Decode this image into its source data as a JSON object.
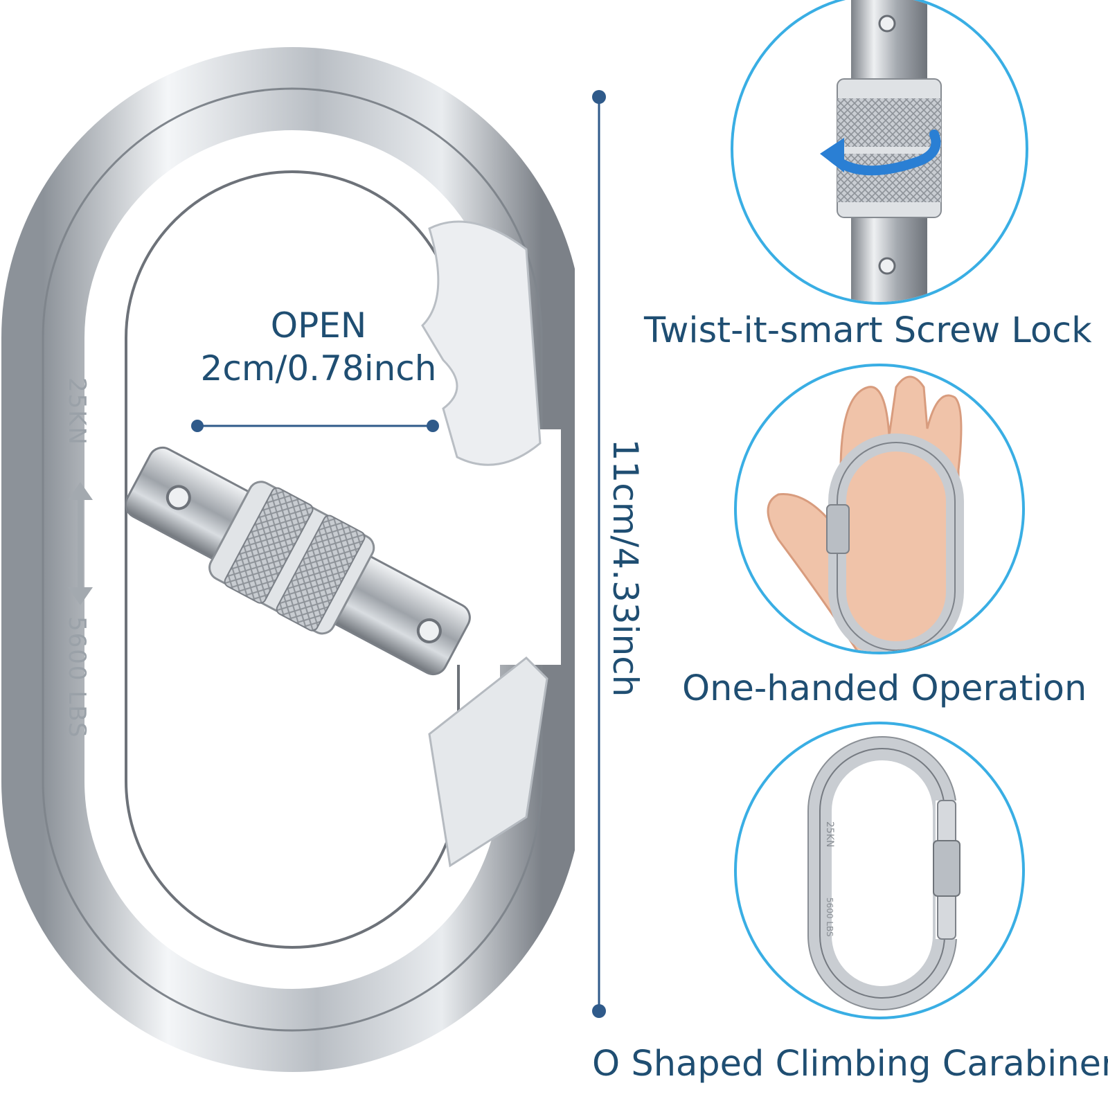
{
  "open_label": {
    "title": "OPEN",
    "size": "2cm/0.78inch"
  },
  "height_label": "11cm/4.33inch",
  "engraving": {
    "strength": "25KN",
    "load": "5600 LBS"
  },
  "features": [
    {
      "caption": "Twist-it-smart Screw Lock",
      "icon": "screw-lock-closeup"
    },
    {
      "caption": "One-handed Operation",
      "icon": "carabiner-in-hand"
    },
    {
      "caption": "O Shaped Climbing Carabiner",
      "icon": "carabiner-product"
    }
  ],
  "colors": {
    "text": "#1f4e72",
    "dimension_line": "#2f5a8a",
    "circle_border": "#39aee4",
    "arrow": "#2a7fd4"
  }
}
